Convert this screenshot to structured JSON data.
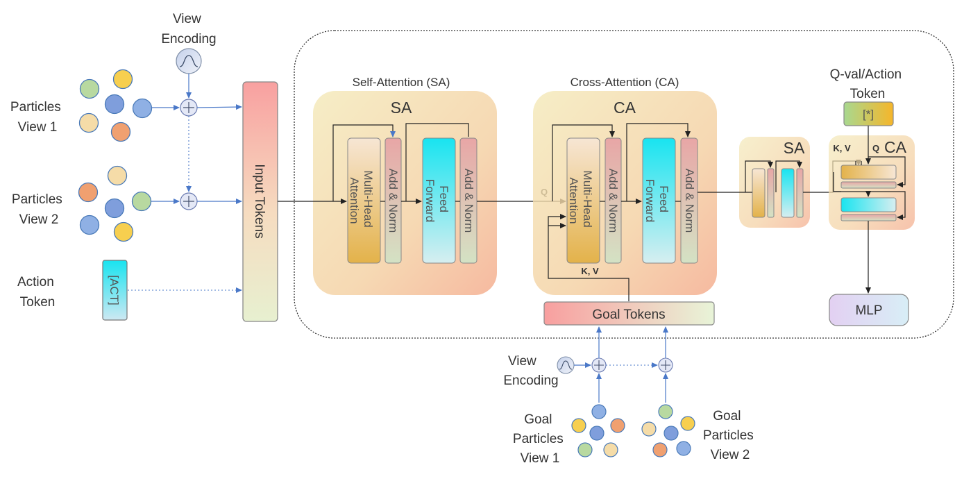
{
  "labels": {
    "view_encoding_top": [
      "View",
      "Encoding"
    ],
    "particles_view1": [
      "Particles",
      "View 1"
    ],
    "particles_view2": [
      "Particles",
      "View 2"
    ],
    "action_token": [
      "Action",
      "Token"
    ],
    "act_token": "[ACT]",
    "input_tokens": "Input Tokens",
    "self_attention_title": "Self-Attention (SA)",
    "cross_attention_title": "Cross-Attention (CA)",
    "sa_block": "SA",
    "ca_block": "CA",
    "multi_head_attention": [
      "Multi-Head",
      "Attention"
    ],
    "add_norm": "Add & Norm",
    "feed_forward": [
      "Feed",
      "Forward"
    ],
    "q": "Q",
    "kv": "K, V",
    "goal_tokens": "Goal Tokens",
    "view_encoding_bottom": [
      "View",
      "Encoding"
    ],
    "goal_particles_view1": [
      "Goal",
      "Particles",
      "View 1"
    ],
    "goal_particles_view2": [
      "Goal",
      "Particles",
      "View 2"
    ],
    "small_sa": "SA",
    "small_ca": "CA",
    "qval_action_token": [
      "Q-val/Action",
      "Token"
    ],
    "star_token": "[*]",
    "mlp": "MLP"
  },
  "colors": {
    "green": "#b8d9a0",
    "yellow": "#f7cf4f",
    "blue": "#7f9edc",
    "orange": "#f0a070",
    "cyan": "#22e3ee",
    "salmon": "#f8a0a0",
    "lavender": "#d9ccf0"
  }
}
